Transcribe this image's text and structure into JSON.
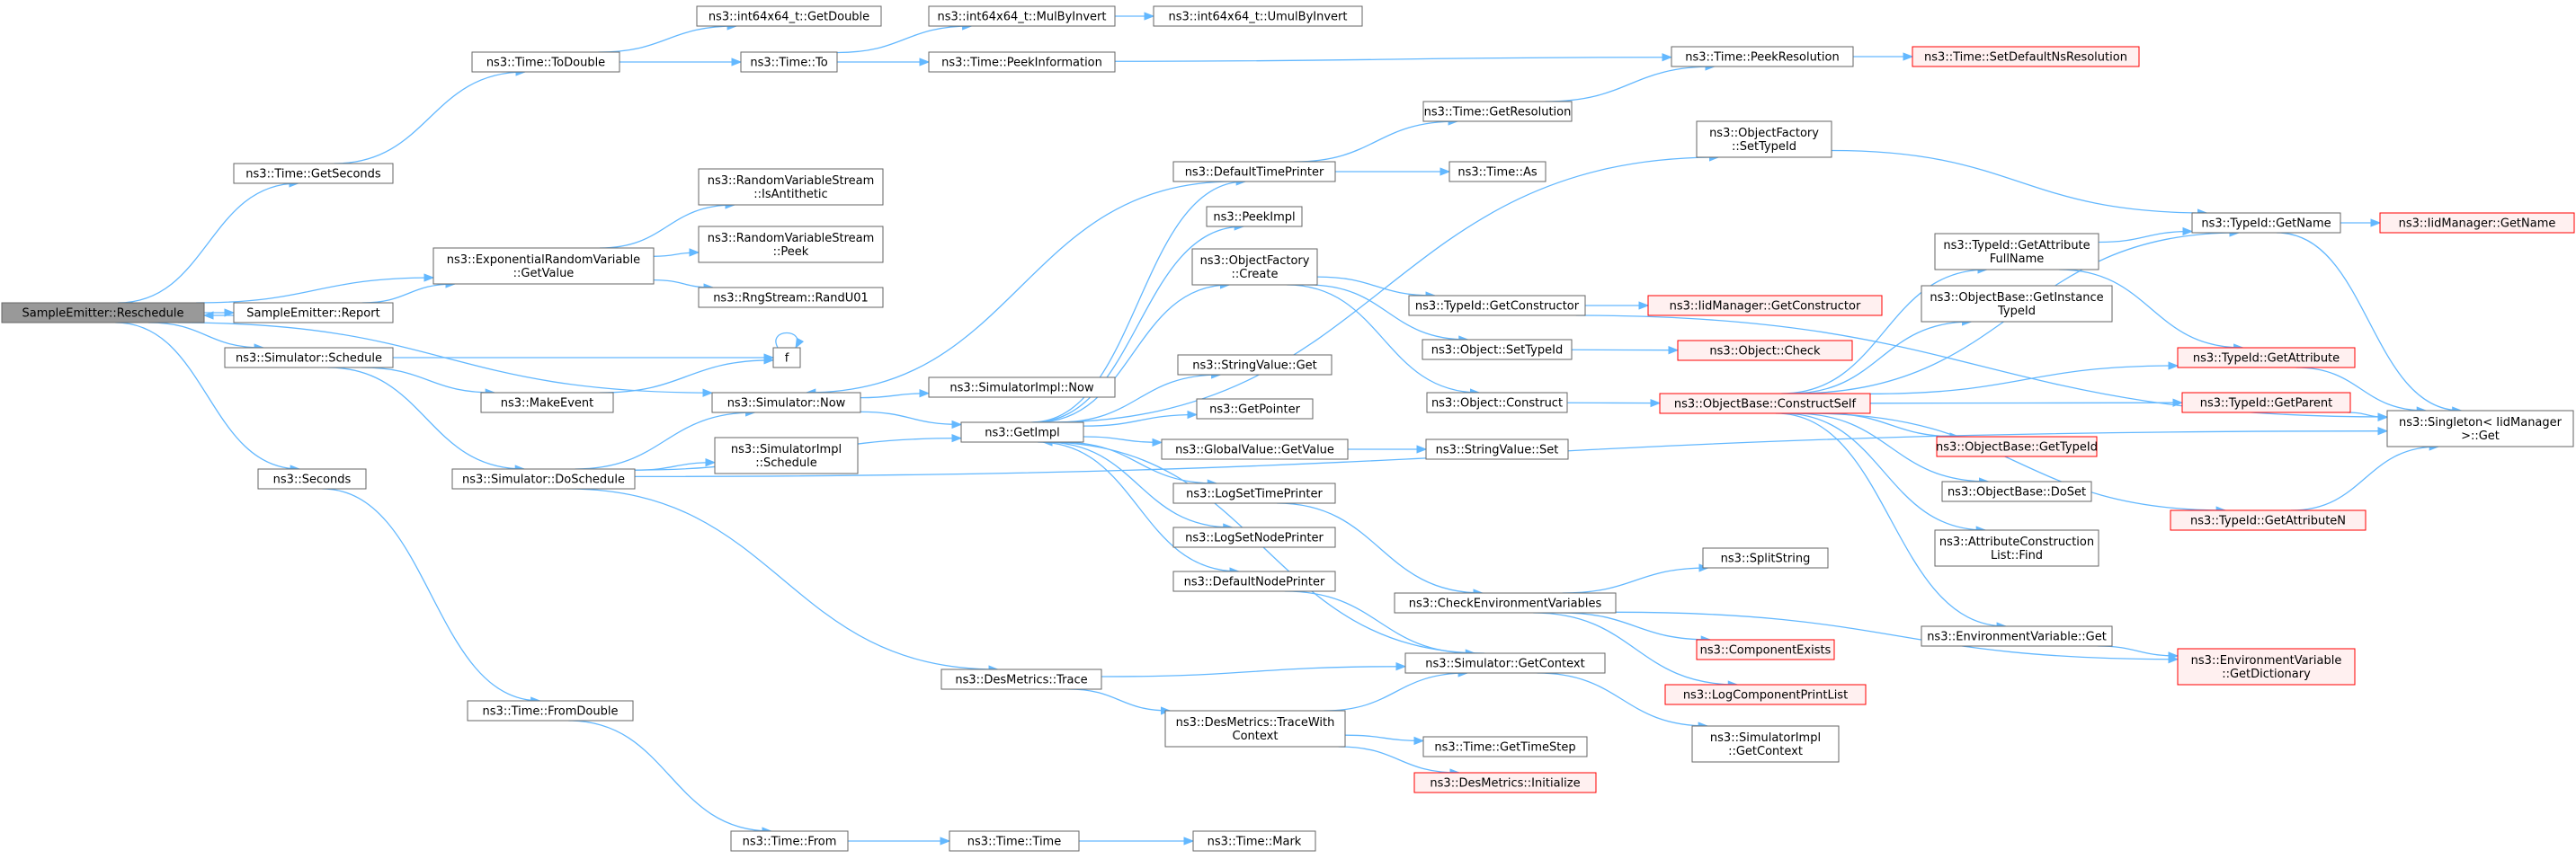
{
  "colors": {
    "edge": "#63b8ff",
    "node_border": "#666666",
    "node_fill": "#ffffff",
    "root_fill": "#999999",
    "root_border": "#666666",
    "ext_border": "#ff0000",
    "ext_fill": "#fff0f0"
  },
  "nodes": [
    {
      "id": "root",
      "label": "SampleEmitter::Reschedule",
      "kind": "root"
    },
    {
      "id": "report",
      "label": "SampleEmitter::Report",
      "kind": "normal"
    },
    {
      "id": "getseconds",
      "label": "ns3::Time::GetSeconds",
      "kind": "normal"
    },
    {
      "id": "sim_schedule",
      "label": "ns3::Simulator::Schedule",
      "kind": "normal"
    },
    {
      "id": "seconds",
      "label": "ns3::Seconds",
      "kind": "normal"
    },
    {
      "id": "todouble",
      "label": "ns3::Time::ToDouble",
      "kind": "normal"
    },
    {
      "id": "exprv",
      "label": "ns3::ExponentialRandomVariable\n::GetValue",
      "kind": "normal"
    },
    {
      "id": "makeevent",
      "label": "ns3::MakeEvent",
      "kind": "normal"
    },
    {
      "id": "sim_now",
      "label": "ns3::Simulator::Now",
      "kind": "normal"
    },
    {
      "id": "f",
      "label": "f",
      "kind": "normal"
    },
    {
      "id": "doschedule",
      "label": "ns3::Simulator::DoSchedule",
      "kind": "normal"
    },
    {
      "id": "fromdouble",
      "label": "ns3::Time::FromDouble",
      "kind": "normal"
    },
    {
      "id": "getdouble",
      "label": "ns3::int64x64_t::GetDouble",
      "kind": "normal"
    },
    {
      "id": "time_to",
      "label": "ns3::Time::To",
      "kind": "normal"
    },
    {
      "id": "rvs_anti",
      "label": "ns3::RandomVariableStream\n::IsAntithetic",
      "kind": "normal"
    },
    {
      "id": "rvs_peek",
      "label": "ns3::RandomVariableStream\n::Peek",
      "kind": "normal"
    },
    {
      "id": "randu01",
      "label": "ns3::RngStream::RandU01",
      "kind": "normal"
    },
    {
      "id": "simimpl_sched",
      "label": "ns3::SimulatorImpl\n::Schedule",
      "kind": "normal"
    },
    {
      "id": "time_from",
      "label": "ns3::Time::From",
      "kind": "normal"
    },
    {
      "id": "mulbyinvert",
      "label": "ns3::int64x64_t::MulByInvert",
      "kind": "normal"
    },
    {
      "id": "peekinfo",
      "label": "ns3::Time::PeekInformation",
      "kind": "normal"
    },
    {
      "id": "simimpl_now",
      "label": "ns3::SimulatorImpl::Now",
      "kind": "normal"
    },
    {
      "id": "getimpl",
      "label": "ns3::GetImpl",
      "kind": "normal"
    },
    {
      "id": "destrace",
      "label": "ns3::DesMetrics::Trace",
      "kind": "normal"
    },
    {
      "id": "time_time",
      "label": "ns3::Time::Time",
      "kind": "normal"
    },
    {
      "id": "umulbyinvert",
      "label": "ns3::int64x64_t::UmulByInvert",
      "kind": "normal"
    },
    {
      "id": "deftimeprinter",
      "label": "ns3::DefaultTimePrinter",
      "kind": "normal"
    },
    {
      "id": "peekimpl",
      "label": "ns3::PeekImpl",
      "kind": "normal"
    },
    {
      "id": "of_create",
      "label": "ns3::ObjectFactory\n::Create",
      "kind": "normal"
    },
    {
      "id": "sv_get",
      "label": "ns3::StringValue::Get",
      "kind": "normal"
    },
    {
      "id": "getpointer",
      "label": "ns3::GetPointer",
      "kind": "normal"
    },
    {
      "id": "gv_getvalue",
      "label": "ns3::GlobalValue::GetValue",
      "kind": "normal"
    },
    {
      "id": "logsettime",
      "label": "ns3::LogSetTimePrinter",
      "kind": "normal"
    },
    {
      "id": "logsetnode",
      "label": "ns3::LogSetNodePrinter",
      "kind": "normal"
    },
    {
      "id": "defnodeprinter",
      "label": "ns3::DefaultNodePrinter",
      "kind": "normal"
    },
    {
      "id": "tracewithctx",
      "label": "ns3::DesMetrics::TraceWith\nContext",
      "kind": "normal"
    },
    {
      "id": "time_mark",
      "label": "ns3::Time::Mark",
      "kind": "normal"
    },
    {
      "id": "getresolution",
      "label": "ns3::Time::GetResolution",
      "kind": "normal"
    },
    {
      "id": "time_as",
      "label": "ns3::Time::As",
      "kind": "normal"
    },
    {
      "id": "of_settypeid",
      "label": "ns3::ObjectFactory\n::SetTypeId",
      "kind": "normal"
    },
    {
      "id": "tid_getctor",
      "label": "ns3::TypeId::GetConstructor",
      "kind": "normal"
    },
    {
      "id": "obj_settypeid",
      "label": "ns3::Object::SetTypeId",
      "kind": "normal"
    },
    {
      "id": "obj_construct",
      "label": "ns3::Object::Construct",
      "kind": "normal"
    },
    {
      "id": "sv_set",
      "label": "ns3::StringValue::Set",
      "kind": "normal"
    },
    {
      "id": "checkenv",
      "label": "ns3::CheckEnvironmentVariables",
      "kind": "normal"
    },
    {
      "id": "sim_getctx",
      "label": "ns3::Simulator::GetContext",
      "kind": "normal"
    },
    {
      "id": "gettimestep",
      "label": "ns3::Time::GetTimeStep",
      "kind": "normal"
    },
    {
      "id": "des_init",
      "label": "ns3::DesMetrics::Initialize",
      "kind": "ext"
    },
    {
      "id": "peekres",
      "label": "ns3::Time::PeekResolution",
      "kind": "normal"
    },
    {
      "id": "iid_getctor",
      "label": "ns3::IidManager::GetConstructor",
      "kind": "ext"
    },
    {
      "id": "obj_check",
      "label": "ns3::Object::Check",
      "kind": "ext"
    },
    {
      "id": "ob_constructself",
      "label": "ns3::ObjectBase::ConstructSelf",
      "kind": "ext"
    },
    {
      "id": "splitstring",
      "label": "ns3::SplitString",
      "kind": "normal"
    },
    {
      "id": "compexists",
      "label": "ns3::ComponentExists",
      "kind": "ext"
    },
    {
      "id": "logcompprint",
      "label": "ns3::LogComponentPrintList",
      "kind": "ext"
    },
    {
      "id": "simimpl_getctx",
      "label": "ns3::SimulatorImpl\n::GetContext",
      "kind": "normal"
    },
    {
      "id": "setdefres",
      "label": "ns3::Time::SetDefaultNsResolution",
      "kind": "ext"
    },
    {
      "id": "tid_getattrfull",
      "label": "ns3::TypeId::GetAttribute\nFullName",
      "kind": "normal"
    },
    {
      "id": "ob_getinsttid",
      "label": "ns3::ObjectBase::GetInstance\nTypeId",
      "kind": "normal"
    },
    {
      "id": "ob_gettypeid",
      "label": "ns3::ObjectBase::GetTypeId",
      "kind": "ext"
    },
    {
      "id": "ob_doset",
      "label": "ns3::ObjectBase::DoSet",
      "kind": "normal"
    },
    {
      "id": "acl_find",
      "label": "ns3::AttributeConstruction\nList::Find",
      "kind": "normal"
    },
    {
      "id": "envvar_get",
      "label": "ns3::EnvironmentVariable::Get",
      "kind": "normal"
    },
    {
      "id": "tid_getname",
      "label": "ns3::TypeId::GetName",
      "kind": "normal"
    },
    {
      "id": "tid_getattr",
      "label": "ns3::TypeId::GetAttribute",
      "kind": "ext"
    },
    {
      "id": "tid_getparent",
      "label": "ns3::TypeId::GetParent",
      "kind": "ext"
    },
    {
      "id": "tid_getattrn",
      "label": "ns3::TypeId::GetAttributeN",
      "kind": "ext"
    },
    {
      "id": "envvar_getdict",
      "label": "ns3::EnvironmentVariable\n::GetDictionary",
      "kind": "ext"
    },
    {
      "id": "iid_getname",
      "label": "ns3::IidManager::GetName",
      "kind": "ext"
    },
    {
      "id": "singleton_get",
      "label": "ns3::Singleton< IidManager\n>::Get",
      "kind": "normal"
    }
  ],
  "edges": [
    [
      "root",
      "report"
    ],
    [
      "report",
      "root"
    ],
    [
      "root",
      "getseconds"
    ],
    [
      "root",
      "sim_schedule"
    ],
    [
      "root",
      "seconds"
    ],
    [
      "root",
      "exprv"
    ],
    [
      "root",
      "sim_now"
    ],
    [
      "report",
      "exprv"
    ],
    [
      "getseconds",
      "todouble"
    ],
    [
      "todouble",
      "getdouble"
    ],
    [
      "todouble",
      "time_to"
    ],
    [
      "time_to",
      "mulbyinvert"
    ],
    [
      "mulbyinvert",
      "umulbyinvert"
    ],
    [
      "time_to",
      "peekinfo"
    ],
    [
      "peekinfo",
      "peekres"
    ],
    [
      "peekres",
      "setdefres"
    ],
    [
      "getresolution",
      "peekres"
    ],
    [
      "exprv",
      "rvs_anti"
    ],
    [
      "exprv",
      "rvs_peek"
    ],
    [
      "exprv",
      "randu01"
    ],
    [
      "sim_schedule",
      "makeevent"
    ],
    [
      "sim_schedule",
      "f"
    ],
    [
      "makeevent",
      "f"
    ],
    [
      "f",
      "f"
    ],
    [
      "sim_schedule",
      "doschedule"
    ],
    [
      "sim_now",
      "simimpl_now"
    ],
    [
      "sim_now",
      "getimpl"
    ],
    [
      "doschedule",
      "sim_now"
    ],
    [
      "doschedule",
      "simimpl_sched"
    ],
    [
      "doschedule",
      "getimpl"
    ],
    [
      "doschedule",
      "destrace"
    ],
    [
      "doschedule",
      "singleton_get"
    ],
    [
      "seconds",
      "fromdouble"
    ],
    [
      "fromdouble",
      "time_from"
    ],
    [
      "time_from",
      "time_time"
    ],
    [
      "time_time",
      "time_mark"
    ],
    [
      "getimpl",
      "deftimeprinter"
    ],
    [
      "getimpl",
      "peekimpl"
    ],
    [
      "getimpl",
      "of_settypeid"
    ],
    [
      "getimpl",
      "of_create"
    ],
    [
      "getimpl",
      "sv_get"
    ],
    [
      "getimpl",
      "getpointer"
    ],
    [
      "getimpl",
      "gv_getvalue"
    ],
    [
      "getimpl",
      "logsettime"
    ],
    [
      "getimpl",
      "logsetnode"
    ],
    [
      "getimpl",
      "defnodeprinter"
    ],
    [
      "deftimeprinter",
      "getresolution"
    ],
    [
      "deftimeprinter",
      "time_as"
    ],
    [
      "deftimeprinter",
      "sim_now"
    ],
    [
      "of_settypeid",
      "tid_getname"
    ],
    [
      "of_create",
      "tid_getctor"
    ],
    [
      "of_create",
      "obj_settypeid"
    ],
    [
      "of_create",
      "obj_construct"
    ],
    [
      "tid_getctor",
      "iid_getctor"
    ],
    [
      "tid_getctor",
      "singleton_get"
    ],
    [
      "obj_settypeid",
      "obj_check"
    ],
    [
      "obj_construct",
      "ob_constructself"
    ],
    [
      "gv_getvalue",
      "sv_set"
    ],
    [
      "logsettime",
      "checkenv"
    ],
    [
      "defnodeprinter",
      "sim_getctx"
    ],
    [
      "checkenv",
      "splitstring"
    ],
    [
      "checkenv",
      "compexists"
    ],
    [
      "checkenv",
      "logcompprint"
    ],
    [
      "checkenv",
      "envvar_getdict"
    ],
    [
      "destrace",
      "sim_getctx"
    ],
    [
      "destrace",
      "tracewithctx"
    ],
    [
      "tracewithctx",
      "sim_getctx"
    ],
    [
      "tracewithctx",
      "gettimestep"
    ],
    [
      "tracewithctx",
      "des_init"
    ],
    [
      "sim_getctx",
      "getimpl"
    ],
    [
      "sim_getctx",
      "simimpl_getctx"
    ],
    [
      "ob_constructself",
      "tid_getattrfull"
    ],
    [
      "ob_constructself",
      "ob_getinsttid"
    ],
    [
      "ob_constructself",
      "tid_getattr"
    ],
    [
      "ob_constructself",
      "tid_getparent"
    ],
    [
      "ob_constructself",
      "ob_gettypeid"
    ],
    [
      "ob_constructself",
      "ob_doset"
    ],
    [
      "ob_constructself",
      "acl_find"
    ],
    [
      "ob_constructself",
      "envvar_get"
    ],
    [
      "ob_constructself",
      "tid_getattrn"
    ],
    [
      "ob_constructself",
      "tid_getname"
    ],
    [
      "tid_getattrfull",
      "tid_getname"
    ],
    [
      "tid_getattrfull",
      "tid_getattr"
    ],
    [
      "tid_getname",
      "iid_getname"
    ],
    [
      "tid_getname",
      "singleton_get"
    ],
    [
      "tid_getattr",
      "singleton_get"
    ],
    [
      "tid_getparent",
      "singleton_get"
    ],
    [
      "tid_getattrn",
      "singleton_get"
    ],
    [
      "envvar_get",
      "envvar_getdict"
    ]
  ]
}
